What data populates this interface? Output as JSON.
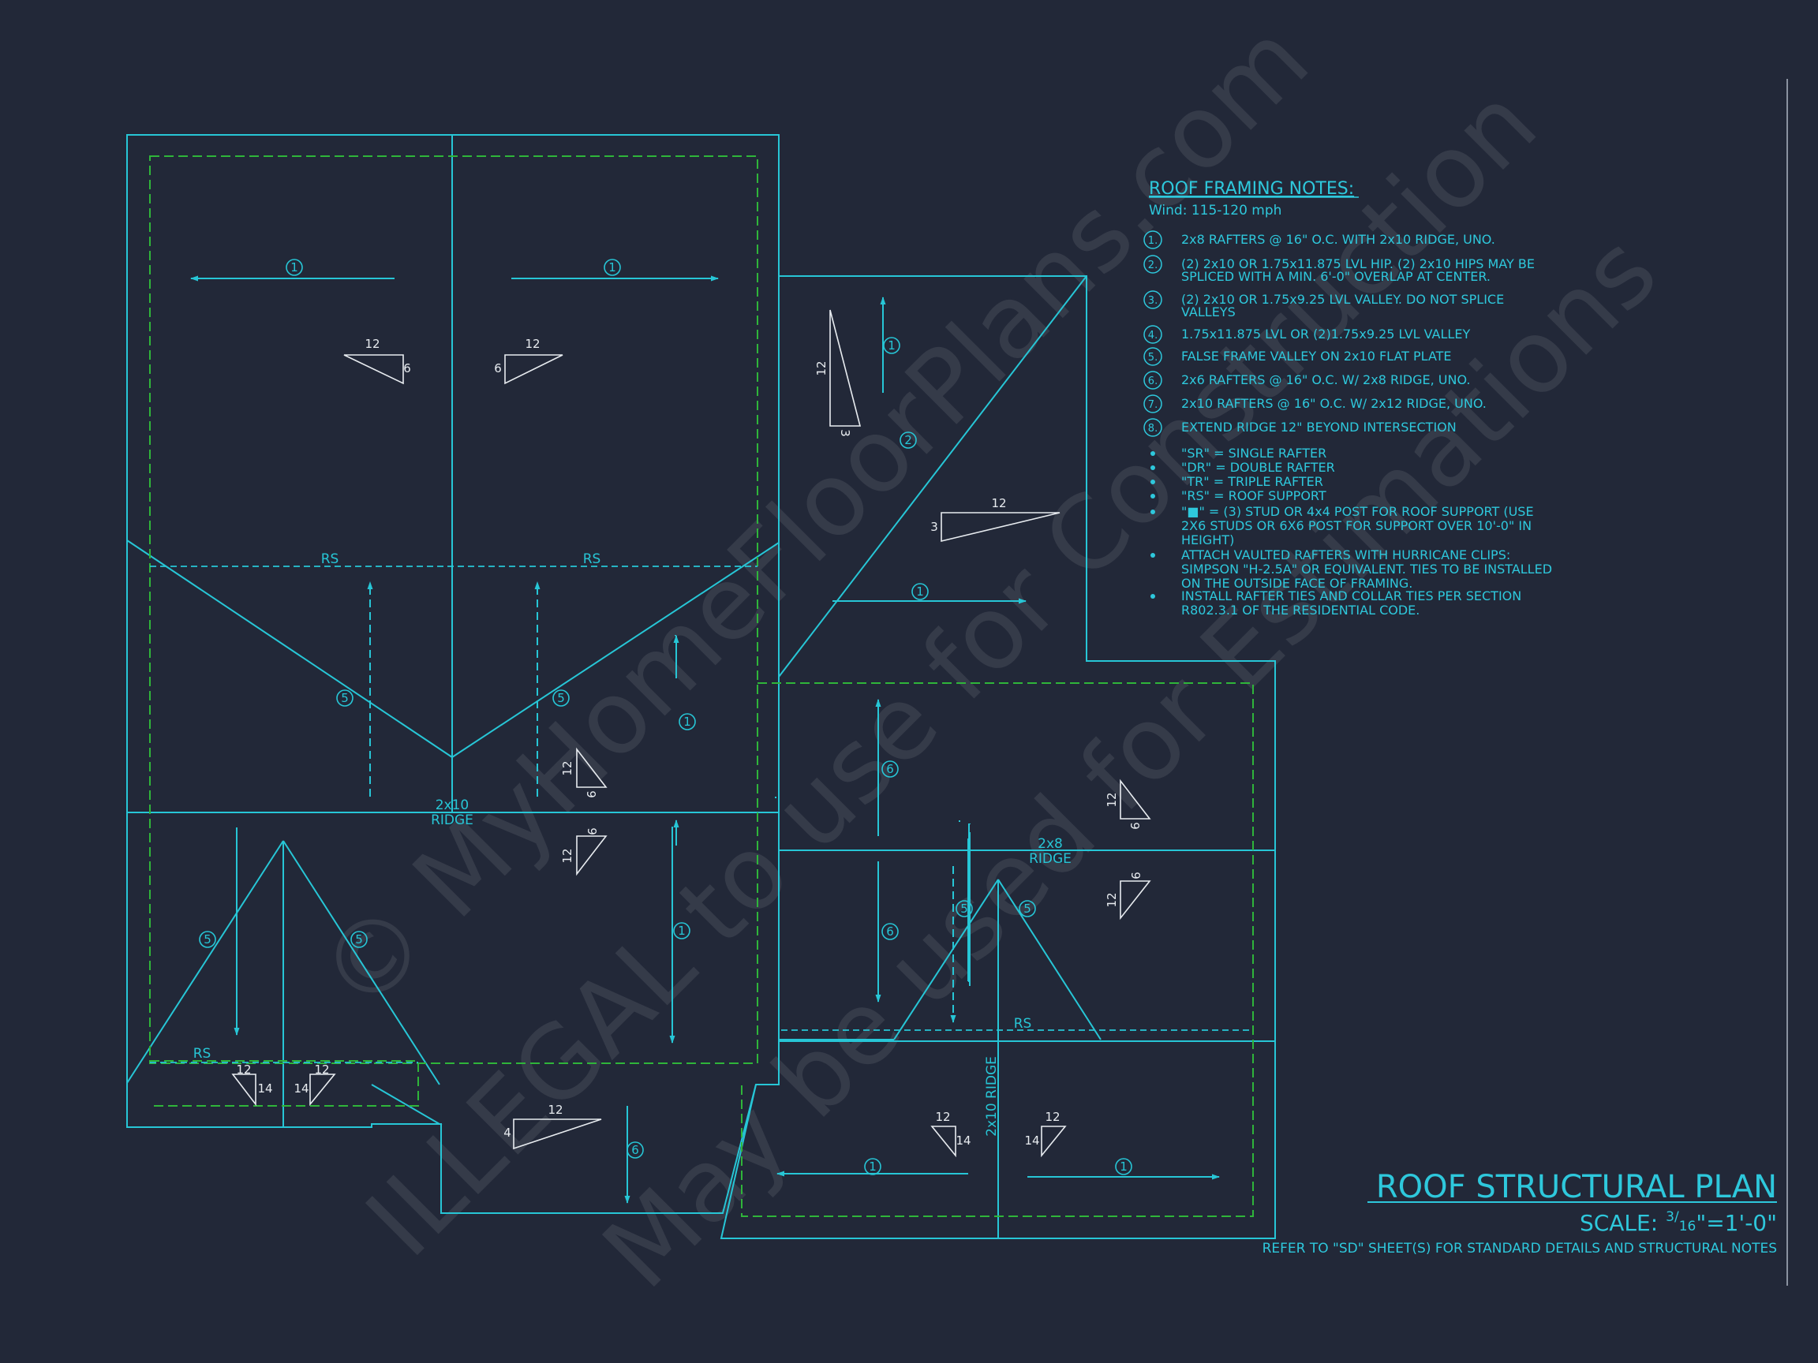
{
  "colors": {
    "background": "#222838",
    "line": "#27c6d6",
    "dashed_green": "#2fb53a",
    "white": "#e8ecf0",
    "text": "#2ec8dc",
    "watermark": "#ffffff"
  },
  "notes": {
    "title": "ROOF FRAMING NOTES:",
    "wind": "Wind: 115-120 mph",
    "items": [
      {
        "num": "1.",
        "lines": [
          "2x8 RAFTERS @ 16\" O.C. WITH 2x10 RIDGE, UNO."
        ]
      },
      {
        "num": "2.",
        "lines": [
          "(2) 2x10 OR 1.75x11.875 LVL HIP. (2) 2x10 HIPS MAY BE",
          "SPLICED WITH A MIN. 6'-0\" OVERLAP AT CENTER."
        ]
      },
      {
        "num": "3.",
        "lines": [
          "(2) 2x10 OR 1.75x9.25 LVL VALLEY. DO NOT SPLICE",
          "VALLEYS"
        ]
      },
      {
        "num": "4.",
        "lines": [
          "1.75x11.875 LVL OR (2)1.75x9.25 LVL VALLEY"
        ]
      },
      {
        "num": "5.",
        "lines": [
          "FALSE FRAME VALLEY ON 2x10 FLAT PLATE"
        ]
      },
      {
        "num": "6.",
        "lines": [
          "2x6 RAFTERS @ 16\" O.C. W/ 2x8 RIDGE, UNO."
        ]
      },
      {
        "num": "7.",
        "lines": [
          "2x10 RAFTERS @ 16\" O.C. W/ 2x12 RIDGE, UNO."
        ]
      },
      {
        "num": "8.",
        "lines": [
          "EXTEND RIDGE 12\" BEYOND INTERSECTION"
        ]
      }
    ],
    "bullets": [
      [
        "\"SR\"  = SINGLE RAFTER"
      ],
      [
        "\"DR\" = DOUBLE RAFTER"
      ],
      [
        "\"TR\" = TRIPLE RAFTER"
      ],
      [
        "\"RS\" = ROOF SUPPORT"
      ],
      [
        "\"■\" = (3) STUD OR 4x4 POST FOR ROOF SUPPORT (USE",
        "2X6 STUDS OR 6X6 POST FOR SUPPORT OVER 10'-0\" IN",
        "HEIGHT)"
      ],
      [
        "ATTACH VAULTED RAFTERS WITH HURRICANE CLIPS:",
        "SIMPSON \"H-2.5A\" OR EQUIVALENT. TIES TO BE INSTALLED",
        "ON THE OUTSIDE FACE OF FRAMING."
      ],
      [
        "INSTALL RAFTER TIES AND COLLAR TIES PER SECTION",
        "R802.3.1 OF THE  RESIDENTIAL CODE."
      ]
    ]
  },
  "title_block": {
    "title": "ROOF STRUCTURAL PLAN",
    "scale_label": "SCALE:",
    "scale_num": "3",
    "scale_den": "16",
    "scale_rest": "\"=1'-0\"",
    "refer": "REFER TO \"SD\" SHEET(S) FOR STANDARD DETAILS AND STRUCTURAL NOTES"
  },
  "plan_labels": {
    "rs": "RS",
    "ridge_2x10": "2x10",
    "ridge_word": "RIDGE",
    "ridge_2x8": "2x8",
    "ridge_2x10_vertical": "2x10 RIDGE"
  },
  "callouts": [
    "1",
    "1",
    "1",
    "2",
    "1",
    "5",
    "5",
    "1",
    "5",
    "5",
    "1",
    "6",
    "6",
    "5",
    "5",
    "6",
    "1",
    "1"
  ],
  "slopes": [
    "12",
    "6",
    "12",
    "6",
    "12",
    "3",
    "12",
    "3",
    "12",
    "9",
    "9",
    "12",
    "12",
    "9",
    "9",
    "12",
    "12",
    "14",
    "12",
    "14",
    "12",
    "4",
    "12",
    "14",
    "12",
    "14"
  ],
  "watermark": {
    "line1": "© MyHomeFloorPlans.com",
    "line2": "ILLEGAL to use for Construction",
    "line3": "May be used for Estimations"
  }
}
